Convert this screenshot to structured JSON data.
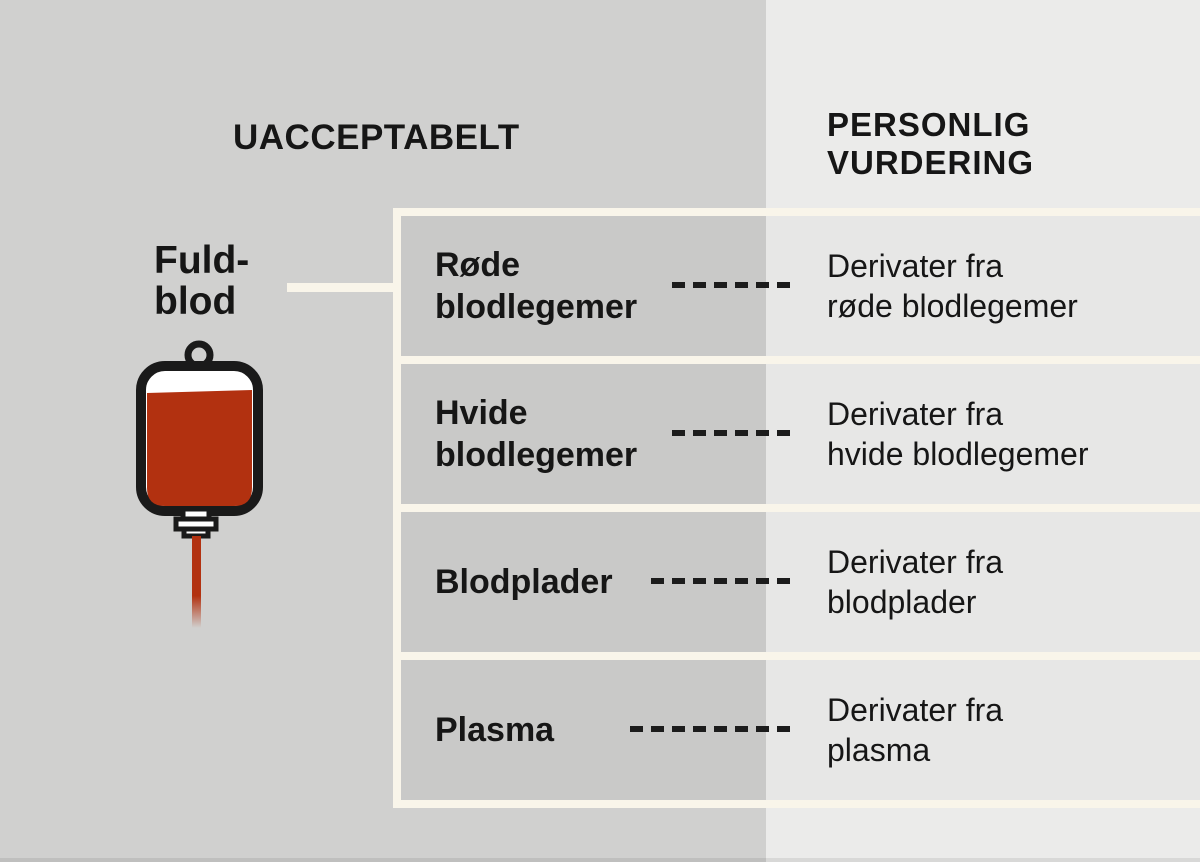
{
  "headers": {
    "left": "UACCEPTABELT",
    "right_line1": "PERSONLIG",
    "right_line2": "VURDERING"
  },
  "source": {
    "label_line1": "Fuld-",
    "label_line2": "blod"
  },
  "rows": [
    {
      "component_line1": "Røde",
      "component_line2": "blodlegemer",
      "derivative_line1": "Derivater fra",
      "derivative_line2": "røde blodlegemer"
    },
    {
      "component_line1": "Hvide",
      "component_line2": "blodlegemer",
      "derivative_line1": "Derivater fra",
      "derivative_line2": "hvide blodlegemer"
    },
    {
      "component_line1": "Blodplader",
      "component_line2": "",
      "derivative_line1": "Derivater fra",
      "derivative_line2": "blodplader"
    },
    {
      "component_line1": "Plasma",
      "component_line2": "",
      "derivative_line1": "Derivater fra",
      "derivative_line2": "plasma"
    }
  ],
  "icons": {
    "blood_bag": "blood-bag-icon"
  },
  "colors": {
    "background_left": "#d0d0cf",
    "background_right": "#ebebea",
    "row_left": "#c9c9c8",
    "row_right": "#e7e7e6",
    "table_border_cream": "#f9f5ea",
    "blood_red": "#b23110",
    "text": "#161616",
    "dash": "#1c1c1c"
  }
}
